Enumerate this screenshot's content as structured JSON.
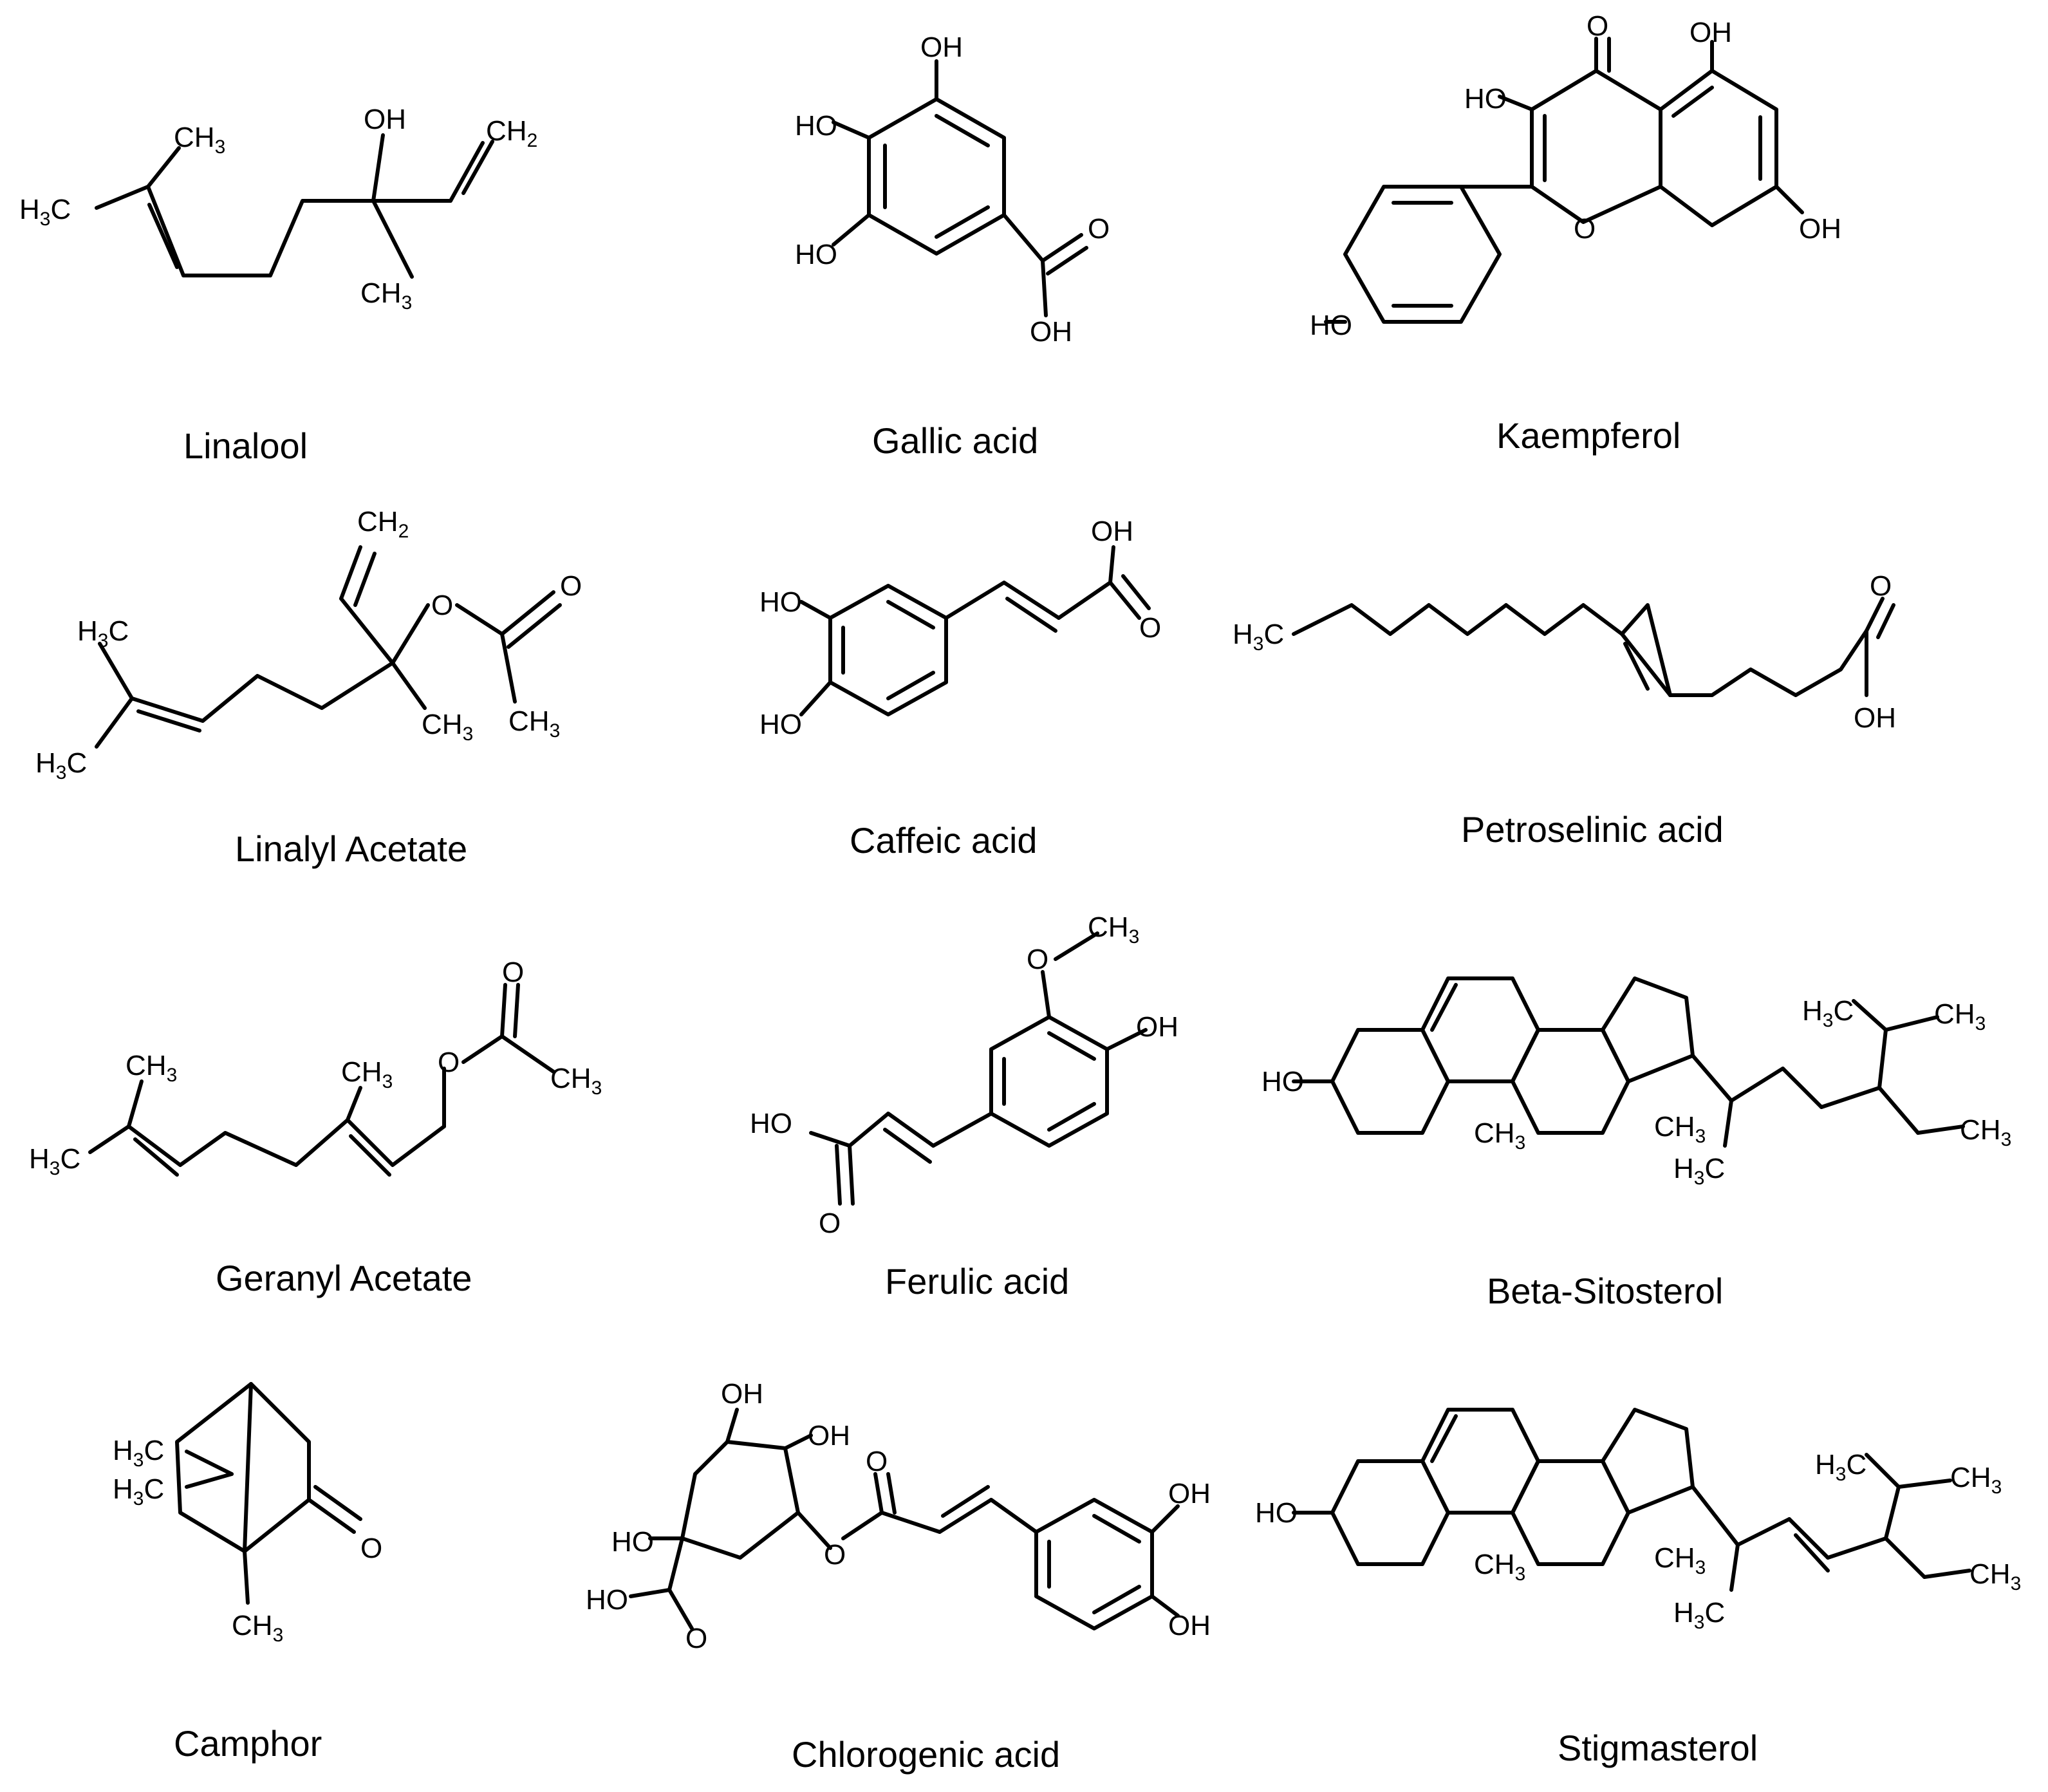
{
  "figure": {
    "compounds": [
      {
        "id": "linalool",
        "name": "Linalool"
      },
      {
        "id": "gallic",
        "name": "Gallic acid"
      },
      {
        "id": "kaempferol",
        "name": "Kaempferol"
      },
      {
        "id": "linalyl",
        "name": "Linalyl Acetate"
      },
      {
        "id": "caffeic",
        "name": "Caffeic acid"
      },
      {
        "id": "petroselinic",
        "name": "Petroselinic acid"
      },
      {
        "id": "geranyl",
        "name": "Geranyl Acetate"
      },
      {
        "id": "ferulic",
        "name": "Ferulic acid"
      },
      {
        "id": "sitosterol",
        "name": "Beta-Sitosterol"
      },
      {
        "id": "camphor",
        "name": "Camphor"
      },
      {
        "id": "chlorogenic",
        "name": "Chlorogenic acid"
      },
      {
        "id": "stigmasterol",
        "name": "Stigmasterol"
      }
    ],
    "atom_labels": {
      "oh": "OH",
      "ho": "HO",
      "o": "O",
      "ch": "CH",
      "h": "H",
      "c": "C",
      "two": "2",
      "three": "3"
    }
  }
}
